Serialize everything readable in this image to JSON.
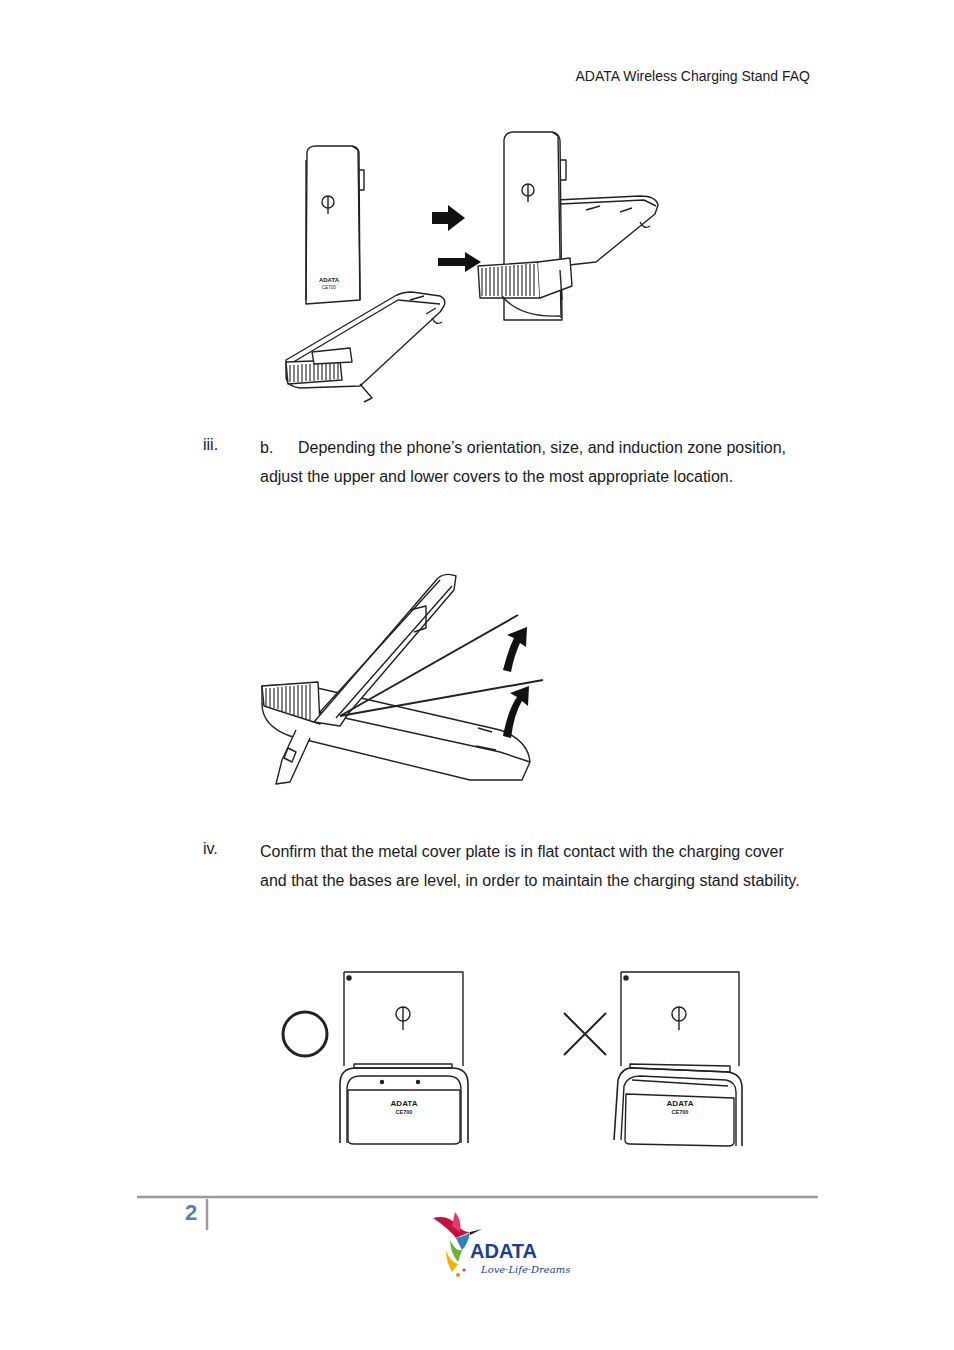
{
  "diagram": {
    "title": "ADATA Wireless Charging Stand FAQ",
    "labels": [
      "iii.",
      "b.",
      "Depending the phone’s orientation, size, and induction zone position, adjust the upper and lower covers to the most appropriate location.",
      "iv.",
      "Confirm that the metal cover plate is in flat contact with the charging cover and that the bases are level, in order to maintain the charging stand stability.",
      "ADATA",
      "CE700",
      "ADATA",
      "CE700",
      "ADATA",
      "CE700",
      "2",
      "ADATA",
      "Love·Life·Dreams"
    ]
  }
}
